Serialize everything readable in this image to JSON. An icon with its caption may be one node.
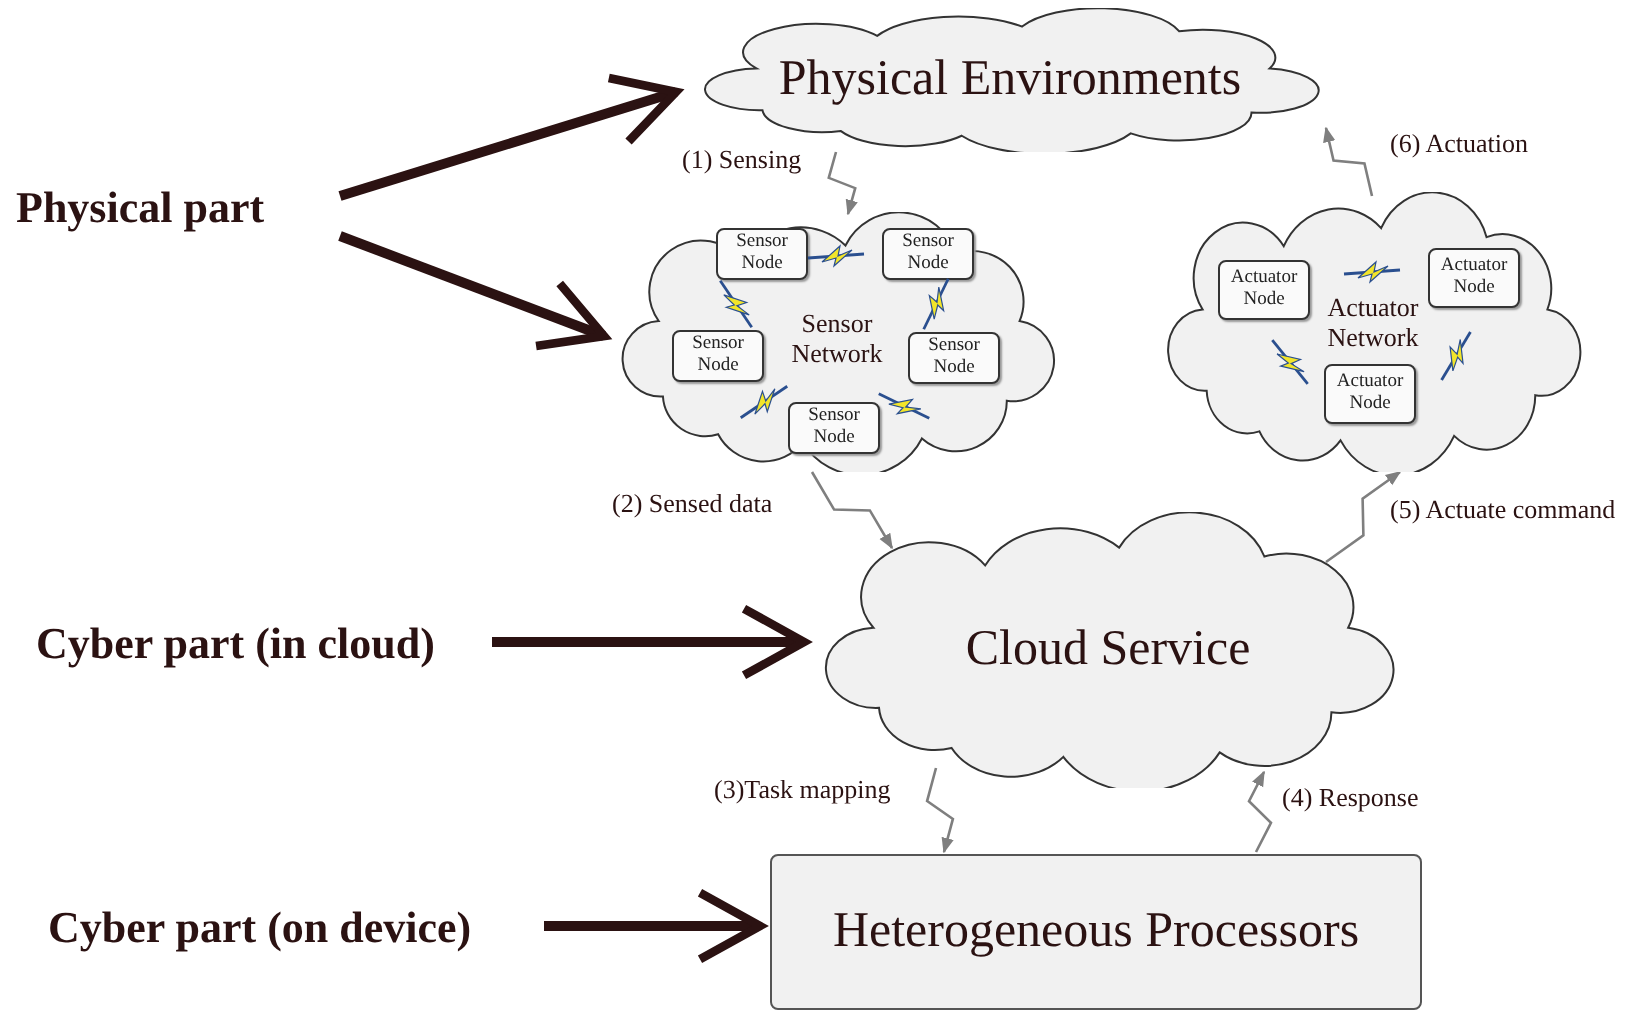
{
  "diagram": {
    "nodes": [
      {
        "text": [
          "Physical part"
        ]
      },
      {
        "text": [
          "Cyber part (in cloud)"
        ]
      },
      {
        "text": [
          "Cyber part (on device)"
        ]
      },
      {
        "text": [
          "Physical Environments"
        ]
      },
      {
        "text": [
          "Sensor Network"
        ]
      },
      {
        "text": [
          "Sensor Node"
        ],
        "in": 4
      },
      {
        "text": [
          "Sensor Node"
        ],
        "in": 4
      },
      {
        "text": [
          "Sensor Node"
        ],
        "in": 4
      },
      {
        "text": [
          "Sensor Node"
        ],
        "in": 4
      },
      {
        "text": [
          "Sensor Node"
        ],
        "in": 4
      },
      {
        "text": [
          "Actuator Network"
        ]
      },
      {
        "text": [
          "Actuator Node"
        ],
        "in": 10
      },
      {
        "text": [
          "Actuator Node"
        ],
        "in": 10
      },
      {
        "text": [
          "Actuator Node"
        ],
        "in": 10
      },
      {
        "text": [
          "Cloud Service"
        ]
      },
      {
        "text": [
          "Heterogeneous Processors"
        ]
      }
    ],
    "edges": [
      {
        "from": 0,
        "to": 3,
        "arrow": "to",
        "style": "thick",
        "color": "#2b1212"
      },
      {
        "from": 0,
        "to": 4,
        "arrow": "to",
        "style": "thick",
        "color": "#2b1212"
      },
      {
        "from": 1,
        "to": 14,
        "arrow": "to",
        "style": "thick",
        "color": "#2b1212"
      },
      {
        "from": 2,
        "to": 15,
        "arrow": "to",
        "style": "thick",
        "color": "#2b1212"
      },
      {
        "from": 3,
        "to": 4,
        "arrow": "to",
        "label": "(1) Sensing"
      },
      {
        "from": 4,
        "to": 14,
        "arrow": "to",
        "label": "(2) Sensed data"
      },
      {
        "from": 14,
        "to": 15,
        "arrow": "to",
        "label": "(3)Task mapping"
      },
      {
        "from": 15,
        "to": 14,
        "arrow": "to",
        "label": "(4) Response"
      },
      {
        "from": 14,
        "to": 10,
        "arrow": "to",
        "label": "(5) Actuate command"
      },
      {
        "from": 10,
        "to": 3,
        "arrow": "to",
        "label": "(6) Actuation"
      }
    ]
  }
}
